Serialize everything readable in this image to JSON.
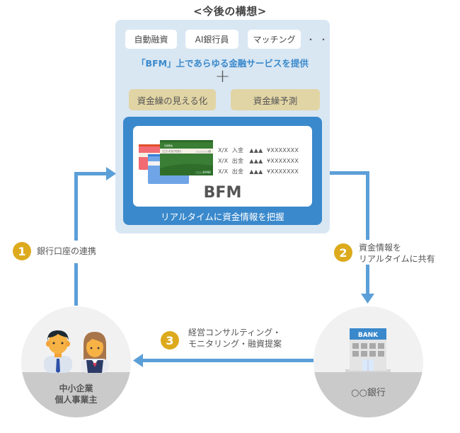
{
  "title": "<今後の構想>",
  "services": [
    "自動融資",
    "AI銀行員",
    "マッチング"
  ],
  "services_more": "・・",
  "headline": "「BFM」上であらゆる金融サービスを提供",
  "plus_symbol": "+",
  "features": [
    "資金繰の見える化",
    "資金繰予測"
  ],
  "bfm": {
    "name": "BFM",
    "caption": "リアルタイムに資金情報を把握",
    "card": {
      "account_number": "123-4567890",
      "holder": "○○○○○様",
      "bank": "○○○BANK",
      "header": "普通預金"
    },
    "transactions": [
      {
        "date": "X/X",
        "type": "入金",
        "party": "▲▲▲",
        "amount": "¥XXXXXXX"
      },
      {
        "date": "X/X",
        "type": "出金",
        "party": "▲▲▲",
        "amount": "¥XXXXXXX"
      },
      {
        "date": "X/X",
        "type": "出金",
        "party": "▲▲▲",
        "amount": "¥XXXXXXX"
      }
    ]
  },
  "steps": [
    {
      "number": "1",
      "label_lines": [
        "銀行口座の連携"
      ]
    },
    {
      "number": "2",
      "label_lines": [
        "資金情報を",
        "リアルタイムに共有"
      ]
    },
    {
      "number": "3",
      "label_lines": [
        "経営コンサルティング・",
        "モニタリング・融資提案"
      ]
    }
  ],
  "actors": {
    "business": {
      "label_lines": [
        "中小企業",
        "個人事業主"
      ]
    },
    "bank": {
      "label_lines": [
        "○○銀行"
      ],
      "sign": "BANK"
    }
  },
  "colors": {
    "panel": "#d9e7f3",
    "accent_blue": "#3a89cc",
    "arrow_blue": "#5b9fd8",
    "feature_tan": "#e2d5a5",
    "badge_gold": "#dcaa1c",
    "ground_gray": "#cacaca"
  }
}
